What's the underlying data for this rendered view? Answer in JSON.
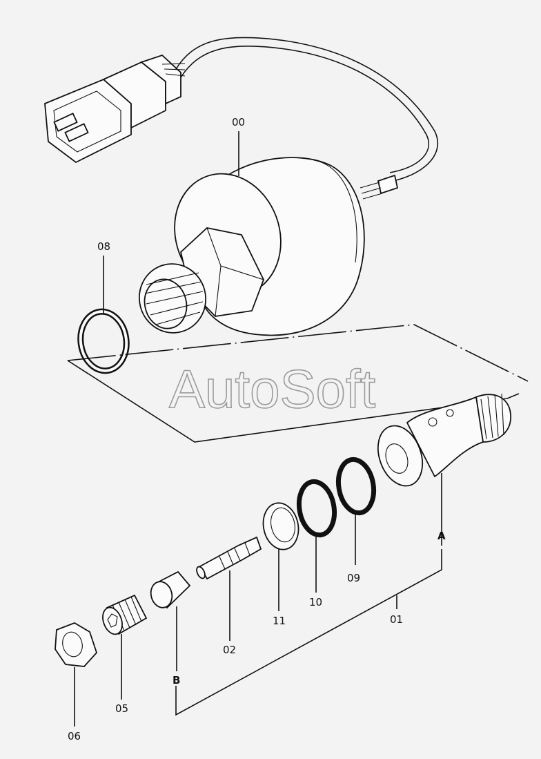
{
  "diagram": {
    "watermark": "AutoSoft",
    "part_labels": {
      "p00": "00",
      "p01": "01",
      "p02": "02",
      "p05": "05",
      "p06": "06",
      "p08": "08",
      "p09": "09",
      "p10": "10",
      "p11": "11"
    },
    "callouts": {
      "a": "A",
      "b": "B"
    }
  }
}
